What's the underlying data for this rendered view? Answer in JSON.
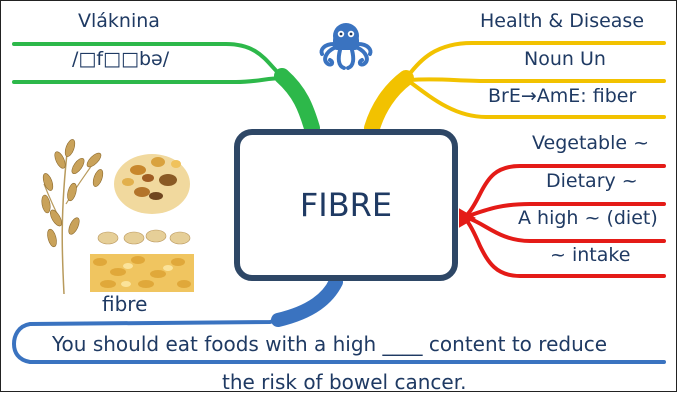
{
  "left_branch": {
    "color": "#2db84a",
    "items": [
      "Vláknina",
      "/□f□□bə/"
    ]
  },
  "right_top_branch": {
    "color": "#f2c200",
    "items": [
      "Health & Disease",
      "Noun Un",
      "BrE→AmE: fiber"
    ]
  },
  "right_bottom_branch": {
    "color": "#e41b17",
    "items": [
      "Vegetable ~",
      "Dietary ~",
      "A high ~ (diet)",
      "~ intake"
    ]
  },
  "center": {
    "title": "FIBRE",
    "border_color": "#2e4766"
  },
  "image_caption": "fibre",
  "example": {
    "color": "#3a73c0",
    "line1": "You should eat foods with a high ____ content to reduce",
    "line2": "the risk of bowel cancer."
  },
  "icons": [
    "octopus-logo-icon",
    "oats-illustration",
    "nuts-illustration",
    "flakes-illustration"
  ]
}
